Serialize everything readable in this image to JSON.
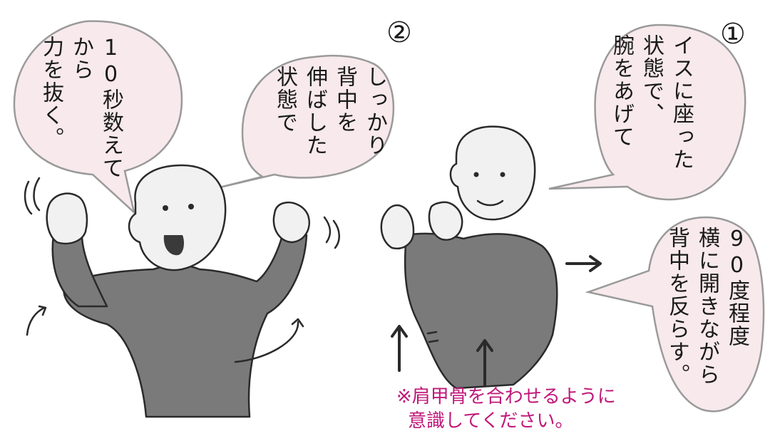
{
  "bubbles": {
    "left_top": [
      "10秒数えて",
      "から",
      "力を抜く。"
    ],
    "left_mid": [
      "しっかり",
      "背中を",
      "伸ばした",
      "状態で"
    ],
    "right_top": [
      "イスに座った",
      "状態で、",
      "腕をあげて"
    ],
    "right_bottom": [
      "90度程度",
      "横に開きながら",
      "背中を反らす。"
    ]
  },
  "steps": {
    "one": "①",
    "two": "②"
  },
  "note": {
    "line1": "※肩甲骨を合わせるように",
    "line2": "意識してください。"
  },
  "colors": {
    "bubble_fill": "#f7e9ec",
    "note": "#c0187a",
    "sweater": "#7a7a7a",
    "skin": "#f1f1f1"
  }
}
